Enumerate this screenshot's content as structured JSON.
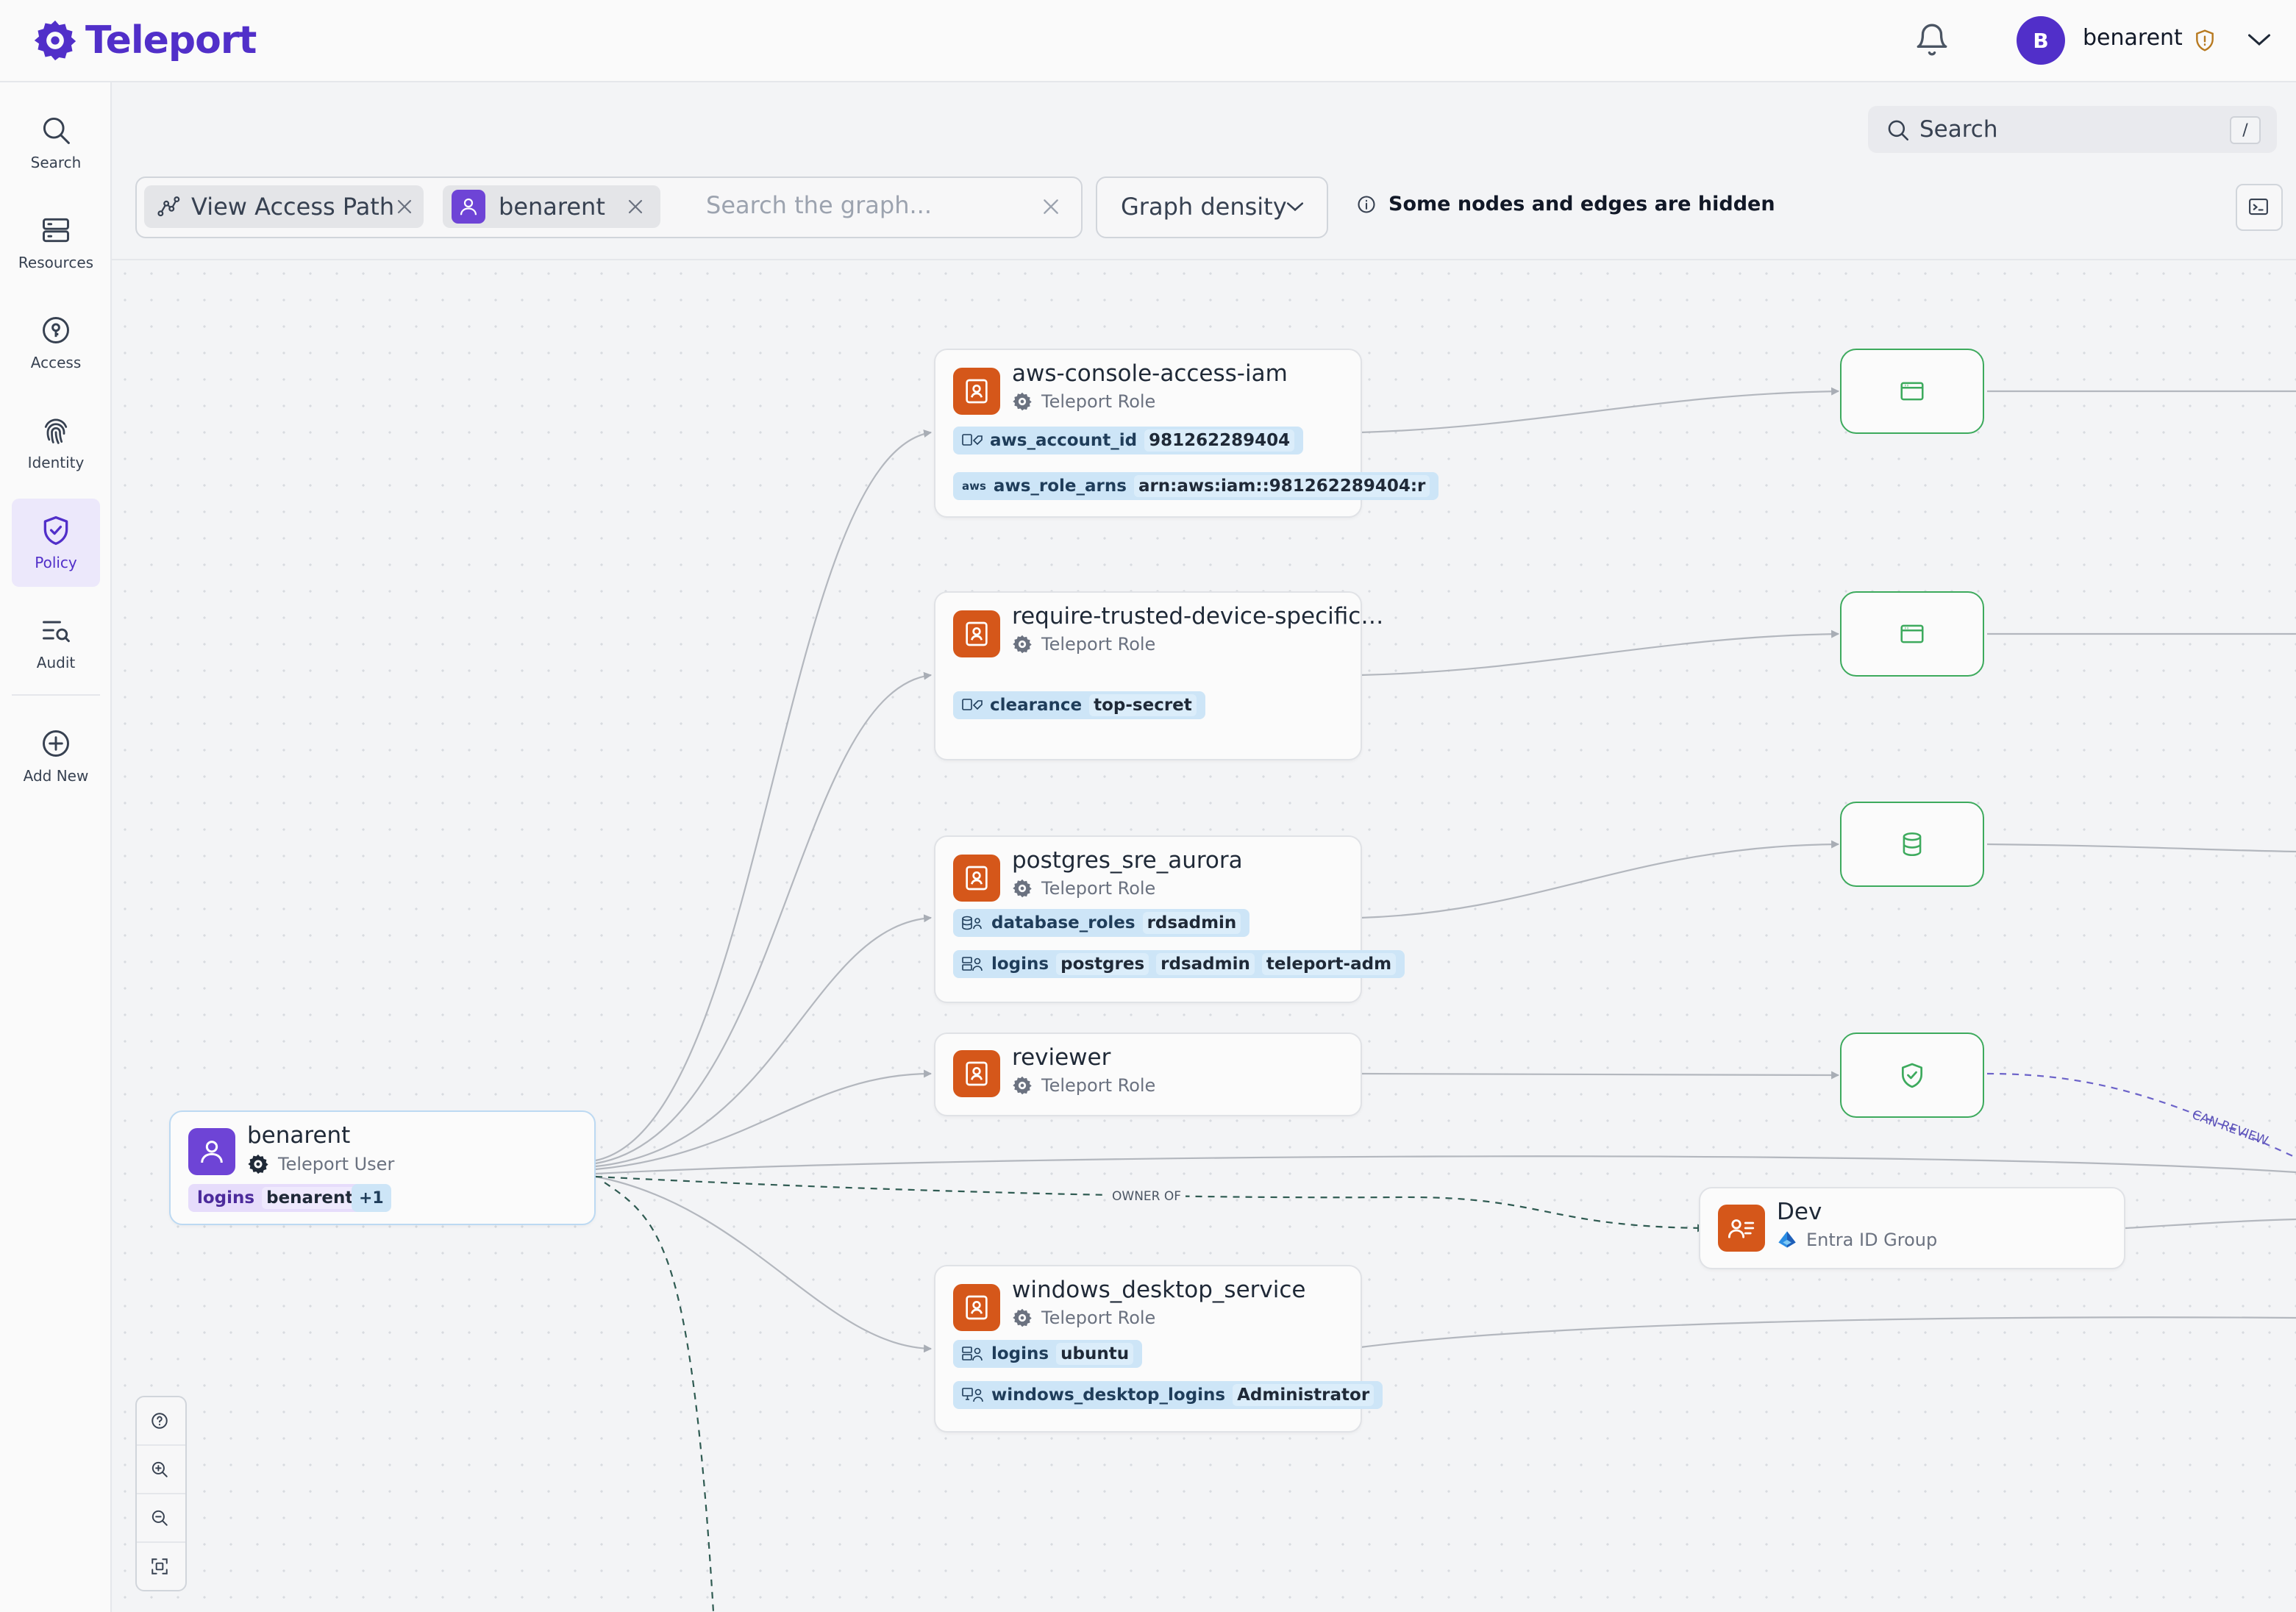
{
  "brand": {
    "name": "Teleport",
    "color": "#512fc9"
  },
  "user": {
    "initial": "B",
    "name": "benarent"
  },
  "nav": {
    "search": "Search",
    "resources": "Resources",
    "access": "Access",
    "identity": "Identity",
    "policy": "Policy",
    "audit": "Audit",
    "add_new": "Add New"
  },
  "toolbar": {
    "global_search_label": "Search",
    "global_search_key": "/",
    "chip_view_access_path": "View Access Path",
    "chip_user": "benarent",
    "graph_search_placeholder": "Search the graph...",
    "graph_density": "Graph density",
    "hidden_notice": "Some nodes and edges are hidden"
  },
  "graph": {
    "user_node": {
      "title": "benarent",
      "subtitle": "Teleport User",
      "tag_key": "logins",
      "tag_value": "benarent",
      "extra": "+1"
    },
    "roles": [
      {
        "title": "aws-console-access-iam",
        "subtitle": "Teleport Role",
        "tags": [
          {
            "key": "aws_account_id",
            "values": [
              "981262289404"
            ]
          },
          {
            "key": "aws_role_arns",
            "values": [
              "arn:aws:iam::981262289404:r"
            ]
          }
        ]
      },
      {
        "title": "require-trusted-device-specific…",
        "subtitle": "Teleport Role",
        "tags": [
          {
            "key": "clearance",
            "values": [
              "top-secret"
            ]
          }
        ]
      },
      {
        "title": "postgres_sre_aurora",
        "subtitle": "Teleport Role",
        "tags": [
          {
            "key": "database_roles",
            "values": [
              "rdsadmin"
            ]
          },
          {
            "key": "logins",
            "values": [
              "postgres",
              "rdsadmin",
              "teleport-adm"
            ]
          }
        ]
      },
      {
        "title": "reviewer",
        "subtitle": "Teleport Role",
        "tags": []
      },
      {
        "title": "windows_desktop_service",
        "subtitle": "Teleport Role",
        "tags": [
          {
            "key": "logins",
            "values": [
              "ubuntu"
            ]
          },
          {
            "key": "windows_desktop_logins",
            "values": [
              "Administrator"
            ]
          }
        ]
      }
    ],
    "group_node": {
      "title": "Dev",
      "subtitle": "Entra ID Group"
    },
    "edge_labels": {
      "owner_of": "OWNER OF",
      "can_review": "CAN REVIEW"
    },
    "aws_badge": "aws"
  },
  "colors": {
    "role_icon": "#d5571a",
    "user_icon": "#6e44d6",
    "resource_border": "#3daa5d",
    "tag_bg": "#cde5f7",
    "tag_user_bg": "#e6dcfb"
  }
}
